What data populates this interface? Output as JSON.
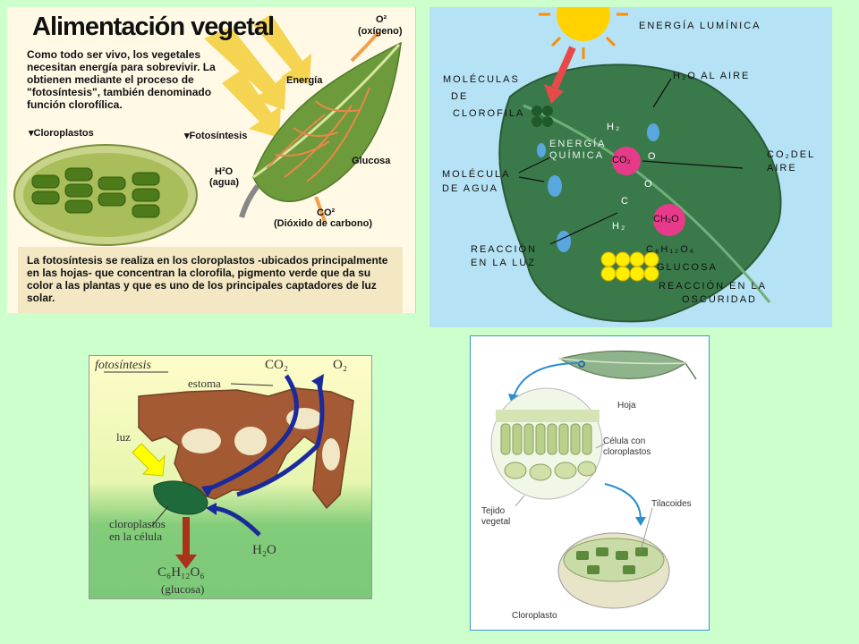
{
  "panel1": {
    "title": "Alimentación vegetal",
    "intro": "Como todo ser vivo, los vegetales necesitan energía para sobrevivir. La obtienen mediante el proceso de \"fotosíntesis\", también denominado función clorofílica.",
    "labels": {
      "o2": "O²",
      "oxigeno": "(oxígeno)",
      "energia": "Energía",
      "cloroplastos": "▾Cloroplastos",
      "fotosintesis": "▾Fotosíntesis",
      "h2o": "H²O",
      "agua": "(agua)",
      "glucosa": "Glucosa",
      "co2": "CO²",
      "dioxido": "(Dióxido de carbono)"
    },
    "caption": "La fotosíntesis se realiza en los cloroplastos -ubicados principalmente en las hojas- que concentran la clorofila, pigmento verde que da su color a las plantas y que es uno de los principales captadores de luz solar."
  },
  "panel2": {
    "labels": {
      "energia_luminica": "ENERGÍA LUMÍNICA",
      "h2o_aire": "H₂O AL AIRE",
      "moleculas": "MOLÉCULAS",
      "de": "DE",
      "clorofila": "CLOROFILA",
      "energia_quimica_1": "ENERGÍA",
      "energia_quimica_2": "QUÍMICA",
      "molecula_agua_1": "MOLÉCULA",
      "molecula_agua_2": "DE AGUA",
      "co2_del": "CO₂DEL",
      "aire": "AIRE",
      "reaccion_luz_1": "REACCIÓN",
      "reaccion_luz_2": "EN LA LUZ",
      "glucosa_formula": "C₆H₁₂O₆",
      "glucosa": "GLUCOSA",
      "reaccion_osc_1": "REACCIÓN EN LA",
      "reaccion_osc_2": "OSCURIDAD",
      "h2_top": "H₂",
      "co2_circle": "CO₂",
      "o_1": "O",
      "o_2": "O",
      "c": "C",
      "h2_bottom": "H₂",
      "ch2o": "CH₂O"
    }
  },
  "panel3": {
    "labels": {
      "title": "fotosíntesis",
      "co2": "CO₂",
      "o2": "O₂",
      "estoma": "estoma",
      "luz": "luz",
      "cloroplastos_1": "cloroplastos",
      "cloroplastos_2": "en la célula",
      "h2o": "H₂O",
      "glucosa_formula": "C₆H₁₂O₆",
      "glucosa": "(glucosa)"
    }
  },
  "panel4": {
    "labels": {
      "hoja": "Hoja",
      "celula_1": "Célula con",
      "celula_2": "cloroplastos",
      "tejido_1": "Tejido",
      "tejido_2": "vegetal",
      "tilacoides": "Tilacoides",
      "cloroplasto": "Cloroplasto"
    }
  },
  "colors": {
    "background": "#ccffcc",
    "leaf_green": "#3a7a4a",
    "sun_yellow": "#ffd200",
    "arrow_blue": "#1a2a9a",
    "cell_brown": "#a0522d"
  }
}
